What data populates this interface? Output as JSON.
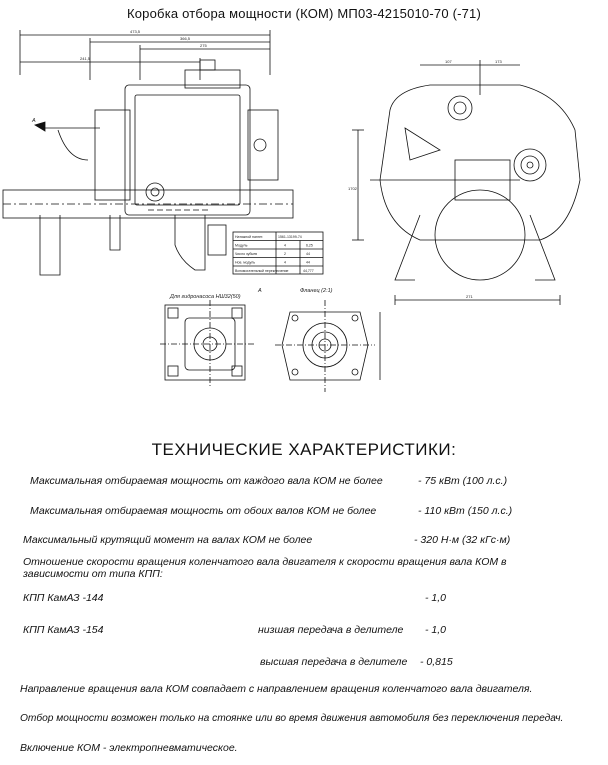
{
  "title": "Коробка отбора мощности (КОМ) МП03-4215010-70 (-71)",
  "drawing": {
    "dims": [
      "473,5",
      "366,5",
      "275",
      "241,5",
      "107",
      "173",
      "271",
      "1702"
    ],
    "arrow_a": "A",
    "view_a_label": "А",
    "pump_flange_label": "Для гидронасоса НШ32(50)",
    "flange_label": "Фланец (2:1)",
    "table_rows": [
      [
        "Натяжной нагнет.",
        "1561-13199-74"
      ],
      [
        "Модуль",
        "4",
        "6,25"
      ],
      [
        "Число зубьев",
        "2",
        "44"
      ],
      [
        "Нов. модуль",
        "4",
        "44"
      ],
      [
        "Вспомогательный переключение",
        "",
        "44,777"
      ]
    ]
  },
  "heading": "ТЕХНИЧЕСКИЕ ХАРАКТЕРИСТИКИ:",
  "specs": [
    {
      "label": "Максимальная отбираемая мощность от каждого вала КОМ не более",
      "value": "- 75 кВт (100 л.с.)"
    },
    {
      "label": "Максимальная отбираемая мощность от обоих валов КОМ не более",
      "value": "- 110 кВт (150 л.с.)"
    },
    {
      "label": "Максимальный крутящий момент на валах КОМ не более",
      "value": "- 320 Н·м (32 кГс·м)"
    }
  ],
  "ratio_intro_1": "Отношение скорости вращения коленчатого вала двигателя к скорости вращения вала КОМ в",
  "ratio_intro_2": "зависимости от типа КПП:",
  "kpp144": {
    "label": "КПП КамАЗ -144",
    "value": "- 1,0"
  },
  "kpp154": {
    "label": "КПП КамАЗ -154",
    "low_label": "низшая передача в делителе",
    "low_value": "- 1,0",
    "high_label": "высшая передача в делителе",
    "high_value": "- 0,815"
  },
  "note1": "Направление вращения вала  КОМ совпадает с направлением вращения коленчатого вала двигателя.",
  "note2": "Отбор мощности возможен только на стоянке или во время движения автомобиля без переключения передач.",
  "note3": "Включение КОМ - электропневматическое."
}
